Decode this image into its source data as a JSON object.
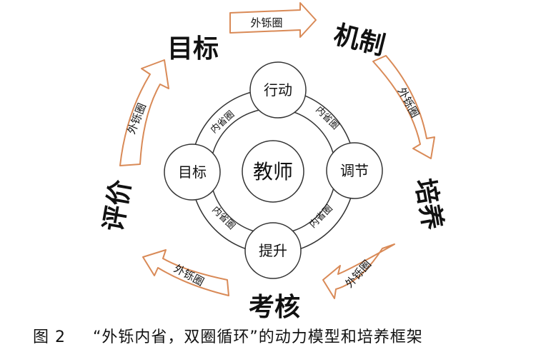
{
  "outer_labels": {
    "top_left": "目标",
    "top_right": "机制",
    "right": "培养",
    "bottom": "考核",
    "left": "评价"
  },
  "outer_arrow_label": "外铄圈",
  "inner_band_label": "内省圈",
  "center_label": "教师",
  "node_labels": {
    "top": "行动",
    "right": "调节",
    "bottom": "提升",
    "left": "目标"
  },
  "caption": {
    "figure_number": "图 2",
    "title": "“外铄内省，双圈循环”的动力模型和培养框架"
  },
  "colors": {
    "arrow_outline": "#d98a57",
    "line": "#333333"
  }
}
